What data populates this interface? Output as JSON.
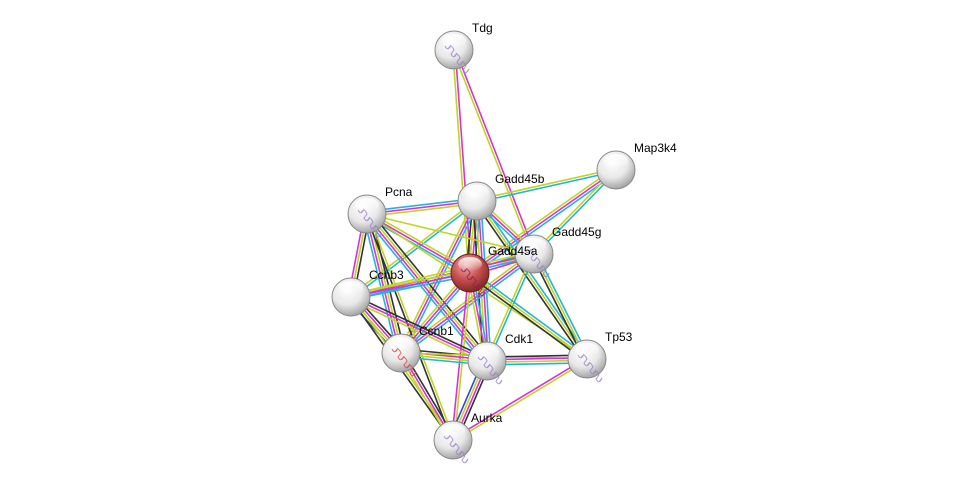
{
  "network": {
    "query_node": "Gadd45a",
    "nodes": [
      {
        "id": "Tdg",
        "label": "Tdg",
        "fill": "#f4f4f4",
        "structure": true
      },
      {
        "id": "Map3k4",
        "label": "Map3k4",
        "fill": "#f4f4f4",
        "structure": false
      },
      {
        "id": "Gadd45b",
        "label": "Gadd45b",
        "fill": "#f4f4f4",
        "structure": false
      },
      {
        "id": "Pcna",
        "label": "Pcna",
        "fill": "#f4f4f4",
        "structure": true
      },
      {
        "id": "Gadd45g",
        "label": "Gadd45g",
        "fill": "#f4f4f4",
        "structure": true
      },
      {
        "id": "Gadd45a",
        "label": "Gadd45a",
        "fill": "#c84848",
        "structure": true
      },
      {
        "id": "Ccnb3",
        "label": "Ccnb3",
        "fill": "#f4f4f4",
        "structure": false
      },
      {
        "id": "Ccnb1",
        "label": "Ccnb1",
        "fill": "#f4f4f4",
        "structure": true
      },
      {
        "id": "Cdk1",
        "label": "Cdk1",
        "fill": "#f4f4f4",
        "structure": true
      },
      {
        "id": "Tp53",
        "label": "Tp53",
        "fill": "#f4f4f4",
        "structure": true
      },
      {
        "id": "Aurka",
        "label": "Aurka",
        "fill": "#f4f4f4",
        "structure": true
      }
    ],
    "evidence_colors": {
      "experiments": "#d633d6",
      "databases": "#22b4dc",
      "textmining": "#c0d422",
      "coexpression": "#333333",
      "homology": "#3344dd"
    },
    "edges": [
      [
        "Tdg",
        "Gadd45a",
        [
          "experiments",
          "textmining"
        ]
      ],
      [
        "Tdg",
        "Gadd45g",
        [
          "experiments",
          "textmining"
        ]
      ],
      [
        "Map3k4",
        "Gadd45b",
        [
          "databases",
          "textmining"
        ]
      ],
      [
        "Map3k4",
        "Gadd45a",
        [
          "databases",
          "experiments",
          "textmining"
        ]
      ],
      [
        "Map3k4",
        "Gadd45g",
        [
          "databases",
          "textmining"
        ]
      ],
      [
        "Gadd45b",
        "Pcna",
        [
          "textmining",
          "experiments",
          "databases"
        ]
      ],
      [
        "Gadd45b",
        "Gadd45a",
        [
          "databases",
          "experiments",
          "textmining",
          "coexpression"
        ]
      ],
      [
        "Gadd45b",
        "Gadd45g",
        [
          "textmining",
          "experiments",
          "databases"
        ]
      ],
      [
        "Gadd45b",
        "Ccnb3",
        [
          "databases",
          "textmining"
        ]
      ],
      [
        "Gadd45b",
        "Ccnb1",
        [
          "databases",
          "experiments",
          "textmining"
        ]
      ],
      [
        "Gadd45b",
        "Cdk1",
        [
          "databases",
          "experiments",
          "textmining",
          "coexpression"
        ]
      ],
      [
        "Gadd45b",
        "Tp53",
        [
          "databases",
          "textmining",
          "coexpression"
        ]
      ],
      [
        "Pcna",
        "Gadd45a",
        [
          "textmining",
          "experiments",
          "databases"
        ]
      ],
      [
        "Pcna",
        "Gadd45g",
        [
          "textmining"
        ]
      ],
      [
        "Pcna",
        "Ccnb3",
        [
          "coexpression",
          "textmining",
          "experiments"
        ]
      ],
      [
        "Pcna",
        "Ccnb1",
        [
          "coexpression",
          "textmining",
          "experiments",
          "databases"
        ]
      ],
      [
        "Pcna",
        "Cdk1",
        [
          "coexpression",
          "textmining",
          "experiments",
          "databases"
        ]
      ],
      [
        "Pcna",
        "Aurka",
        [
          "textmining",
          "coexpression"
        ]
      ],
      [
        "Pcna",
        "Tp53",
        [
          "textmining"
        ]
      ],
      [
        "Gadd45g",
        "Gadd45a",
        [
          "experiments",
          "textmining",
          "databases"
        ]
      ],
      [
        "Gadd45g",
        "Ccnb3",
        [
          "databases",
          "experiments",
          "textmining"
        ]
      ],
      [
        "Gadd45g",
        "Cdk1",
        [
          "databases",
          "textmining"
        ]
      ],
      [
        "Gadd45g",
        "Tp53",
        [
          "databases",
          "textmining",
          "coexpression"
        ]
      ],
      [
        "Gadd45g",
        "Ccnb1",
        [
          "databases",
          "experiments",
          "textmining"
        ]
      ],
      [
        "Gadd45a",
        "Ccnb3",
        [
          "databases",
          "experiments",
          "textmining"
        ]
      ],
      [
        "Gadd45a",
        "Ccnb1",
        [
          "databases",
          "experiments",
          "textmining"
        ]
      ],
      [
        "Gadd45a",
        "Cdk1",
        [
          "databases",
          "experiments",
          "textmining"
        ]
      ],
      [
        "Gadd45a",
        "Tp53",
        [
          "databases",
          "textmining",
          "coexpression"
        ]
      ],
      [
        "Gadd45a",
        "Aurka",
        [
          "textmining",
          "experiments"
        ]
      ],
      [
        "Ccnb3",
        "Ccnb1",
        [
          "coexpression",
          "experiments",
          "textmining",
          "homology"
        ]
      ],
      [
        "Ccnb3",
        "Cdk1",
        [
          "coexpression",
          "experiments",
          "textmining"
        ]
      ],
      [
        "Ccnb3",
        "Aurka",
        [
          "textmining",
          "coexpression"
        ]
      ],
      [
        "Ccnb1",
        "Cdk1",
        [
          "coexpression",
          "experiments",
          "textmining",
          "databases"
        ]
      ],
      [
        "Ccnb1",
        "Aurka",
        [
          "coexpression",
          "experiments",
          "textmining"
        ]
      ],
      [
        "Ccnb1",
        "Tp53",
        [
          "textmining"
        ]
      ],
      [
        "Cdk1",
        "Tp53",
        [
          "coexpression",
          "experiments",
          "textmining",
          "databases"
        ]
      ],
      [
        "Cdk1",
        "Aurka",
        [
          "coexpression",
          "experiments",
          "textmining",
          "homology"
        ]
      ],
      [
        "Tp53",
        "Aurka",
        [
          "textmining",
          "experiments"
        ]
      ]
    ]
  }
}
